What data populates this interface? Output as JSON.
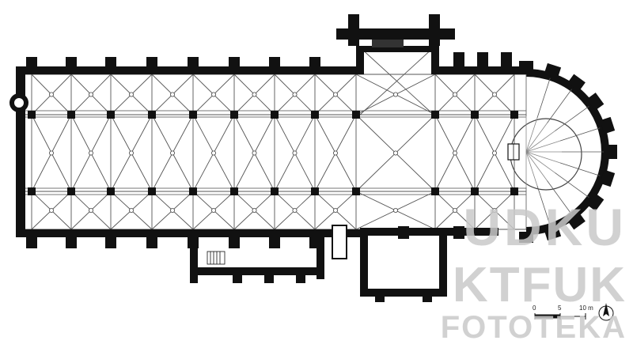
{
  "diagram": {
    "type": "architectural-floor-plan",
    "scale_labels": [
      "0",
      "5",
      "10 m"
    ]
  },
  "watermark": {
    "line1": "UDKU",
    "line2": "KTFUK",
    "line3": "FOTOTEKA"
  },
  "colors": {
    "wall": "#111111",
    "rib": "#555555",
    "background": "#ffffff",
    "watermark": "#c9c9c9"
  },
  "icons": {
    "north_arrow": "compass-arrow-icon"
  }
}
